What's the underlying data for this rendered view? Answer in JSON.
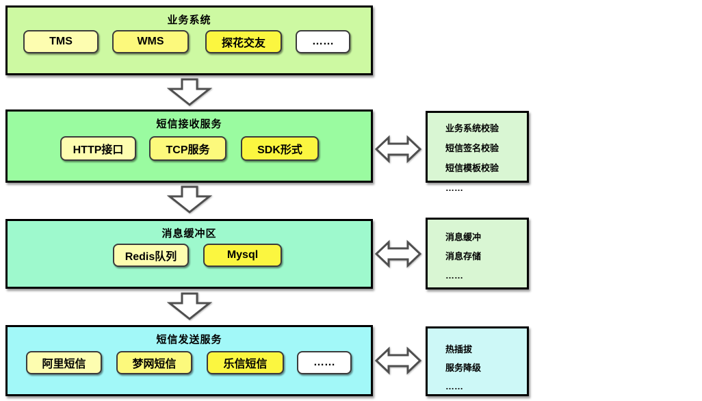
{
  "sections": {
    "business": {
      "title": "业务系统",
      "chips": [
        "TMS",
        "WMS",
        "探花交友",
        "……"
      ]
    },
    "receive": {
      "title": "短信接收服务",
      "chips": [
        "HTTP接口",
        "TCP服务",
        "SDK形式"
      ],
      "side_notes": [
        "业务系统校验",
        "短信签名校验",
        "短信模板校验",
        "……"
      ]
    },
    "buffer": {
      "title": "消息缓冲区",
      "chips": [
        "Redis队列",
        "Mysql"
      ],
      "side_notes": [
        "消息缓冲",
        "消息存储",
        "……"
      ]
    },
    "send": {
      "title": "短信发送服务",
      "chips": [
        "阿里短信",
        "梦网短信",
        "乐信短信",
        "……"
      ],
      "side_notes": [
        "热插拔",
        "服务降级",
        "……"
      ]
    }
  },
  "colors": {
    "business_fill": "#cdf9a2",
    "receive_fill": "#9afba0",
    "buffer_fill": "#9ef9cd",
    "send_fill": "#a2f8f8",
    "side_green_fill": "#d9f6d3",
    "side_cyan_fill": "#cdf8f7",
    "chip_pale_yellow": "#fdfdb0",
    "chip_yellow": "#fcf97c",
    "chip_bright_yellow": "#fbf640",
    "chip_white": "#ffffff",
    "box_border": "#000000",
    "chip_border": "#3b3b3b",
    "arrow_outline": "#4f4f4f"
  }
}
